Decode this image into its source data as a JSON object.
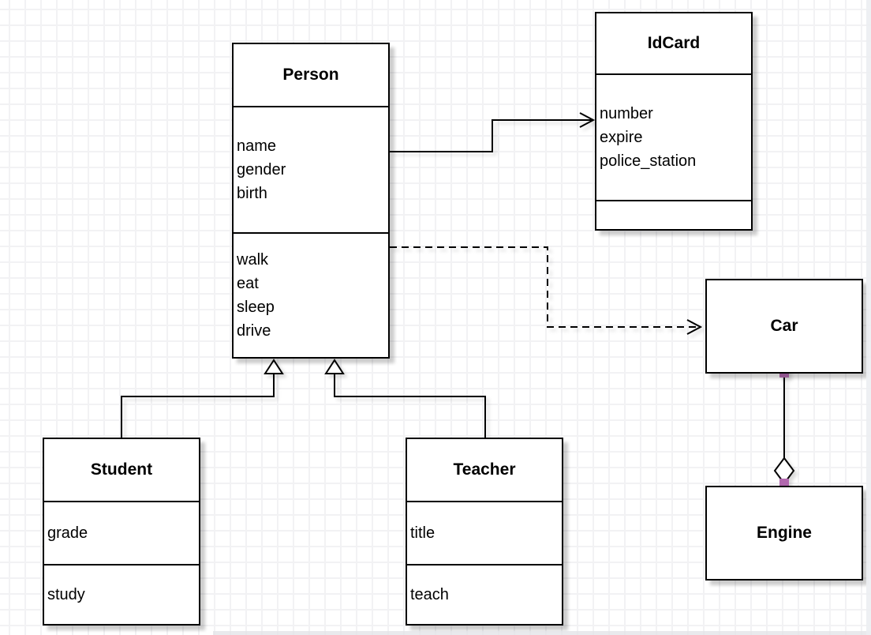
{
  "diagram": {
    "type": "uml-class-diagram",
    "tool_style": "grid-canvas-editor"
  },
  "colors": {
    "line": "#000000",
    "box_fill": "#ffffff",
    "grid_line": "#f2f2f4",
    "connection_point": "#b168ae"
  },
  "classes": [
    {
      "name": "Person",
      "attributes": [
        "name",
        "gender",
        "birth"
      ],
      "methods": [
        "walk",
        "eat",
        "sleep",
        "drive"
      ]
    },
    {
      "name": "IdCard",
      "attributes": [
        "number",
        "expire",
        "police_station"
      ],
      "methods": []
    },
    {
      "name": "Student",
      "attributes": [
        "grade"
      ],
      "methods": [
        "study"
      ]
    },
    {
      "name": "Teacher",
      "attributes": [
        "title"
      ],
      "methods": [
        "teach"
      ]
    },
    {
      "name": "Car",
      "attributes": [],
      "methods": []
    },
    {
      "name": "Engine",
      "attributes": [],
      "methods": []
    }
  ],
  "relationships": [
    {
      "from": "Person",
      "to": "IdCard",
      "type": "association",
      "line": "solid",
      "arrowhead": "open-arrow"
    },
    {
      "from": "Person",
      "to": "Car",
      "type": "dependency",
      "line": "dashed",
      "arrowhead": "open-arrow"
    },
    {
      "from": "Student",
      "to": "Person",
      "type": "generalization",
      "line": "solid",
      "arrowhead": "hollow-triangle"
    },
    {
      "from": "Teacher",
      "to": "Person",
      "type": "generalization",
      "line": "solid",
      "arrowhead": "hollow-triangle"
    },
    {
      "from": "Car",
      "to": "Engine",
      "type": "aggregation",
      "line": "solid",
      "arrowhead": "hollow-diamond",
      "endpoint_marker": "purple-square"
    }
  ]
}
